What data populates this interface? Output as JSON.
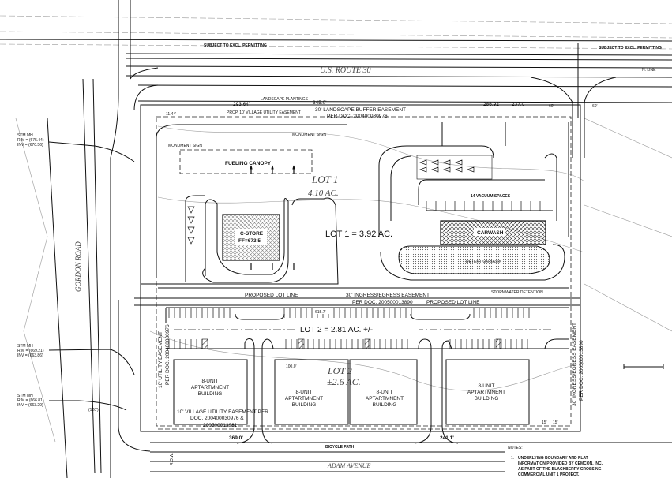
{
  "roads": {
    "route": "U.S. ROUTE 30",
    "west": "GORDON ROAD",
    "south": "ADAM AVENUE",
    "n_line": "N. LINE"
  },
  "labels": {
    "subject_excl_1": "SUBJECT TO EXCL. PERMITTING",
    "subject_excl_2": "SUBJECT TO EXCL. PERMITTING",
    "landscape_buffer_1": "30' LANDSCAPE BUFFER EASEMENT",
    "landscape_buffer_2": "PER DOC. 200400030976",
    "village_utility": "PROP. 10' VILLAGE UTILITY EASEMENT",
    "landscape_planting": "LANDSCAPE PLANTINGS",
    "monument_sign": "MONUMENT SIGN",
    "monument_sign_2": "MONUMENT SIGN",
    "fueling_canopy": "FUELING CANOPY",
    "lot1_a": "LOT 1",
    "lot1_a_area": "4.10 AC.",
    "lot1_b": "LOT 1 = 3.92 AC.",
    "cstore": "C-STORE",
    "cstore_ff": "FF=673.5",
    "vacuum": "14 VACUUM SPACES",
    "carwash": "CARWASH",
    "detention": "DETENTION BASIN",
    "stormwater": "STORMWATER DETENTION",
    "proposed_lot_line_1": "PROPOSED LOT LINE",
    "proposed_lot_line_2": "PROPOSED LOT LINE",
    "ingress_1": "30' INGRESS/EGRESS EASEMENT",
    "ingress_2": "PER DOC. 200500013890",
    "lot2_a": "LOT 2 = 2.81 AC. +/-",
    "lot2_b": "LOT 2",
    "lot2_b_area": "±2.6 AC.",
    "utility_easement_w_1": "10' UTILITY EASEMENT",
    "utility_easement_w_2": "PER DOC. 200400030976",
    "ingress_e_1": "30' INGRESS/EGRESS EASEMENT",
    "ingress_e_2": "PER DOC. 200500013890",
    "village_utility_s_1": "10' VILLAGE UTILITY EASEMENT PER",
    "village_utility_s_2": "DOC. 200400030976 &",
    "village_utility_s_3": "200500013981",
    "bicycle_path": "BICYCLE PATH",
    "row": "R.O.W."
  },
  "buildings": [
    {
      "l1": "8-UNIT",
      "l2": "APTARTMNENT",
      "l3": "BUILDING"
    },
    {
      "l1": "8-UNIT",
      "l2": "APTARTMNENT",
      "l3": "BUILDING"
    },
    {
      "l1": "8-UNIT",
      "l2": "APTARTMNENT",
      "l3": "BUILDING"
    },
    {
      "l1": "8-UNIT",
      "l2": "APTARTMNENT",
      "l3": "BUILDING"
    }
  ],
  "dimensions": {
    "d293": "293.64'",
    "d345": "345.0'",
    "d286": "286.92'",
    "d237": "237.0'",
    "d1144": "11.44'",
    "d60a": "60'",
    "d60b": "60'",
    "d615": "615.7'",
    "d369": "369.0'",
    "d241": "241.1'",
    "d100": "100.0'",
    "d120": "(120')",
    "d15a": "15'",
    "d15b": "15'"
  },
  "manholes": [
    {
      "title": "STM MH",
      "rim": "RIM = (675.44)",
      "inv": "INV = (670.56)"
    },
    {
      "title": "STM MH",
      "rim": "RIM = (669.21)",
      "inv": "INV = (663.86)"
    },
    {
      "title": "STM MH",
      "rim": "RIM = (666.81)",
      "inv": "INV = (663.29)"
    }
  ],
  "notes": {
    "title": "NOTES:",
    "items": [
      {
        "num": "1.",
        "l1": "UNDERLYING BOUNDARY AND PLAT",
        "l2": "INFORMATION PROVIDED BY CEMCON, INC.",
        "l3": "AS PART OF THE BLACKBERRY CROSSING",
        "l4": "COMMERCIAL UNIT 1 PROJECT."
      }
    ]
  }
}
